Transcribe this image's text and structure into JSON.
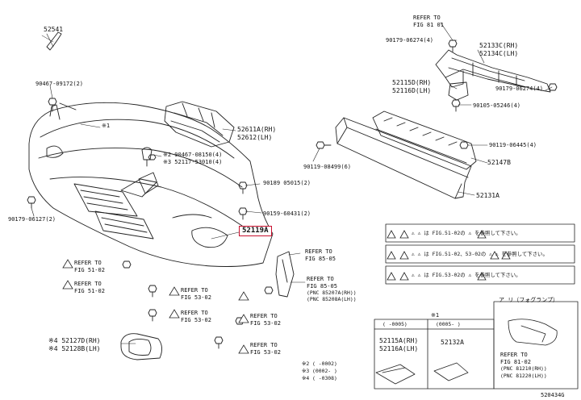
{
  "diagram_id": "520434G",
  "highlight_color": "#c8102e",
  "parts": {
    "p52541": "52541",
    "b90467_09172": "90467-09172(2)",
    "mark_x1_front": "※1",
    "b90467_08150": "※2 90467-08150(4)",
    "b52117_53010": "※3 52117-53010(4)",
    "p52611": "52611A(RH)",
    "p52612": "52612(LH)",
    "b90189": "90189 05015(2)",
    "b90159": "90159-60431(2)",
    "p52119": "52119A",
    "b90179_06127": "90179-06127(2)",
    "p52127": "※4 52127D(RH)",
    "p52128": "※4 52128B(LH)",
    "ref_to_1": "REFER TO",
    "ref_fig_81_01": "FIG 81 01",
    "b90179_06274_top": "90179-06274(4)",
    "p52133": "52133C(RH)",
    "p52134": "52134C(LH)",
    "p52115d": "52115D(RH)",
    "p52116d": "52116D(LH)",
    "b90179_06274_r": "90179-06274(4)",
    "b90105_05246": "90105-05246(4)",
    "b90119_06445": "90119-06445(4)",
    "p52147": "52147B",
    "b90119_08499": "90119-08499(6)",
    "p52131": "52131A",
    "notice_1": "⚠ ⚠ は FIG.51-02の ⚠ を参照して下さい。",
    "notice_2": "⚠ ⚠ は FIG.51-02、53-02の ⚠ ⚠ を参照して下さい。",
    "notice_3": "⚠ ⚠ は FIG.53-02の ⚠ を参照して下さい。",
    "ref_a_1": "REFER TO",
    "ref_a_2": "FIG 51-02",
    "ref_b_1": "REFER TO",
    "ref_b_2": "FIG 51-02",
    "ref_c_1": "REFER TO",
    "ref_c_2": "FIG 53-02",
    "ref_d_1": "REFER TO",
    "ref_d_2": "FIG 53-02",
    "ref_e_1": "REFER TO",
    "ref_e_2": "FIG 53-02",
    "ref_f_1": "REFER TO",
    "ref_f_2": "FIG 53-02",
    "ref_g_1": "REFER TO",
    "ref_g_2": "FIG 85-05",
    "ref_h_1": "REFER TO",
    "ref_h_2": "FIG 85-05",
    "ref_h_3": "(PNC 85207A(RH))",
    "ref_h_4": "(PNC 85208A(LH))",
    "inset_mark": "※1",
    "inset_col1": "(  -0005)",
    "inset_col2": "(0005-  )",
    "inset_p52115a": "52115A(RH)",
    "inset_p52116a": "52116A(LH)",
    "inset_p52132a": "52132A",
    "foot_1": "※2 (   -0002)",
    "foot_2": "※3 (0002-    )",
    "foot_3": "※4 (   -0308)",
    "fog_title": "ア リ（フォグランプ）",
    "fog_ref_1": "REFER TO",
    "fog_ref_2": "FIG 81-02",
    "fog_ref_3": "(PNC 81210(RH))",
    "fog_ref_4": "(PNC 81220(LH))"
  }
}
